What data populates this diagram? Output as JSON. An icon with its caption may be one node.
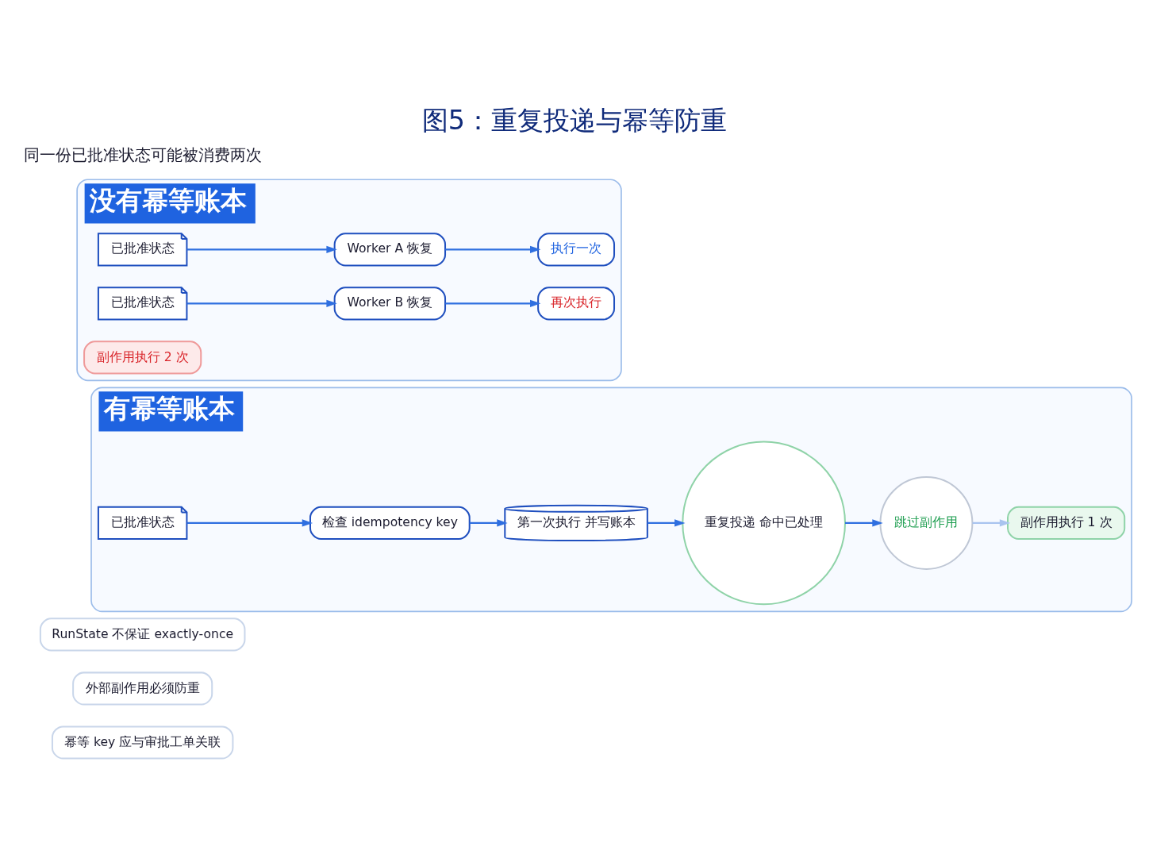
{
  "diagram": {
    "title": "图5：重复投递与幂等防重",
    "nodes": [
      {
        "text": [
          "没有幂等账本"
        ]
      },
      {
        "text": [
          "已批准状态"
        ],
        "in": 0
      },
      {
        "text": [
          "Worker A 恢复"
        ],
        "in": 0
      },
      {
        "text": [
          "执行一次"
        ],
        "in": 0
      },
      {
        "text": [
          "已批准状态"
        ],
        "in": 0
      },
      {
        "text": [
          "Worker B 恢复"
        ],
        "in": 0
      },
      {
        "text": [
          "再次执行"
        ],
        "in": 0
      },
      {
        "text": [
          "副作用执行 2 次"
        ],
        "in": 0
      },
      {
        "text": [
          "有幂等账本"
        ]
      },
      {
        "text": [
          "已批准状态"
        ],
        "in": 8
      },
      {
        "text": [
          "检查 idempotency key"
        ],
        "in": 8
      },
      {
        "text": [
          "第一次执行 并写账本"
        ],
        "in": 8
      },
      {
        "text": [
          "重复投递 命中已处理"
        ],
        "in": 8
      },
      {
        "text": [
          "跳过副作用"
        ],
        "in": 8
      },
      {
        "text": [
          "副作用执行 1 次"
        ],
        "in": 8
      },
      {
        "text": [
          "RunState 不保证 exactly-once"
        ]
      },
      {
        "text": [
          "外部副作用必须防重"
        ]
      },
      {
        "text": [
          "幂等 key 应与审批工单关联"
        ]
      }
    ],
    "edges": [
      {
        "from": 1,
        "to": 2,
        "arrow": "to"
      },
      {
        "from": 2,
        "to": 3,
        "arrow": "to"
      },
      {
        "from": 4,
        "to": 5,
        "arrow": "to"
      },
      {
        "from": 5,
        "to": 6,
        "arrow": "to"
      },
      {
        "from": 9,
        "to": 10,
        "arrow": "to"
      },
      {
        "from": 10,
        "to": 11,
        "arrow": "to"
      },
      {
        "from": 11,
        "to": 12,
        "arrow": "to"
      },
      {
        "from": 12,
        "to": 13,
        "arrow": "to"
      },
      {
        "from": 13,
        "to": 14,
        "arrow": "to",
        "color": "#a9c4ef"
      }
    ],
    "labels": [
      "同一份已批准状态可能被消费两次"
    ]
  }
}
